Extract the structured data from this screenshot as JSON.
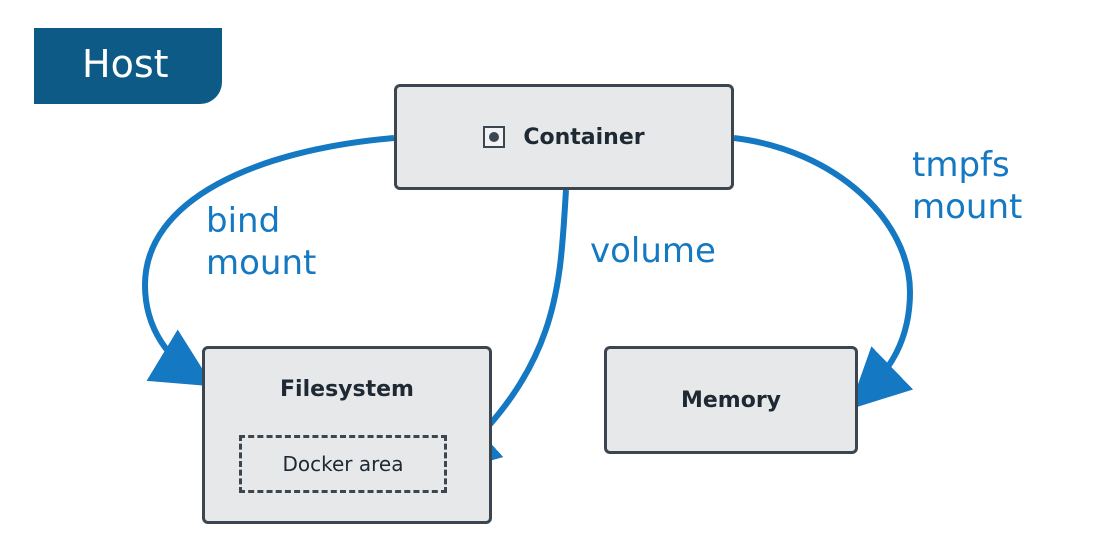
{
  "host": {
    "label": "Host"
  },
  "nodes": {
    "container": "Container",
    "filesystem": "Filesystem",
    "docker_area": "Docker area",
    "memory": "Memory"
  },
  "labels": {
    "bind_line1": "bind",
    "bind_line2": "mount",
    "volume": "volume",
    "tmpfs_line1": "tmpfs",
    "tmpfs_line2": "mount"
  },
  "colors": {
    "host_tab": "#0d5a86",
    "arrow": "#1478c2",
    "box_fill": "#e6e8ea",
    "box_border": "#3c4650"
  }
}
